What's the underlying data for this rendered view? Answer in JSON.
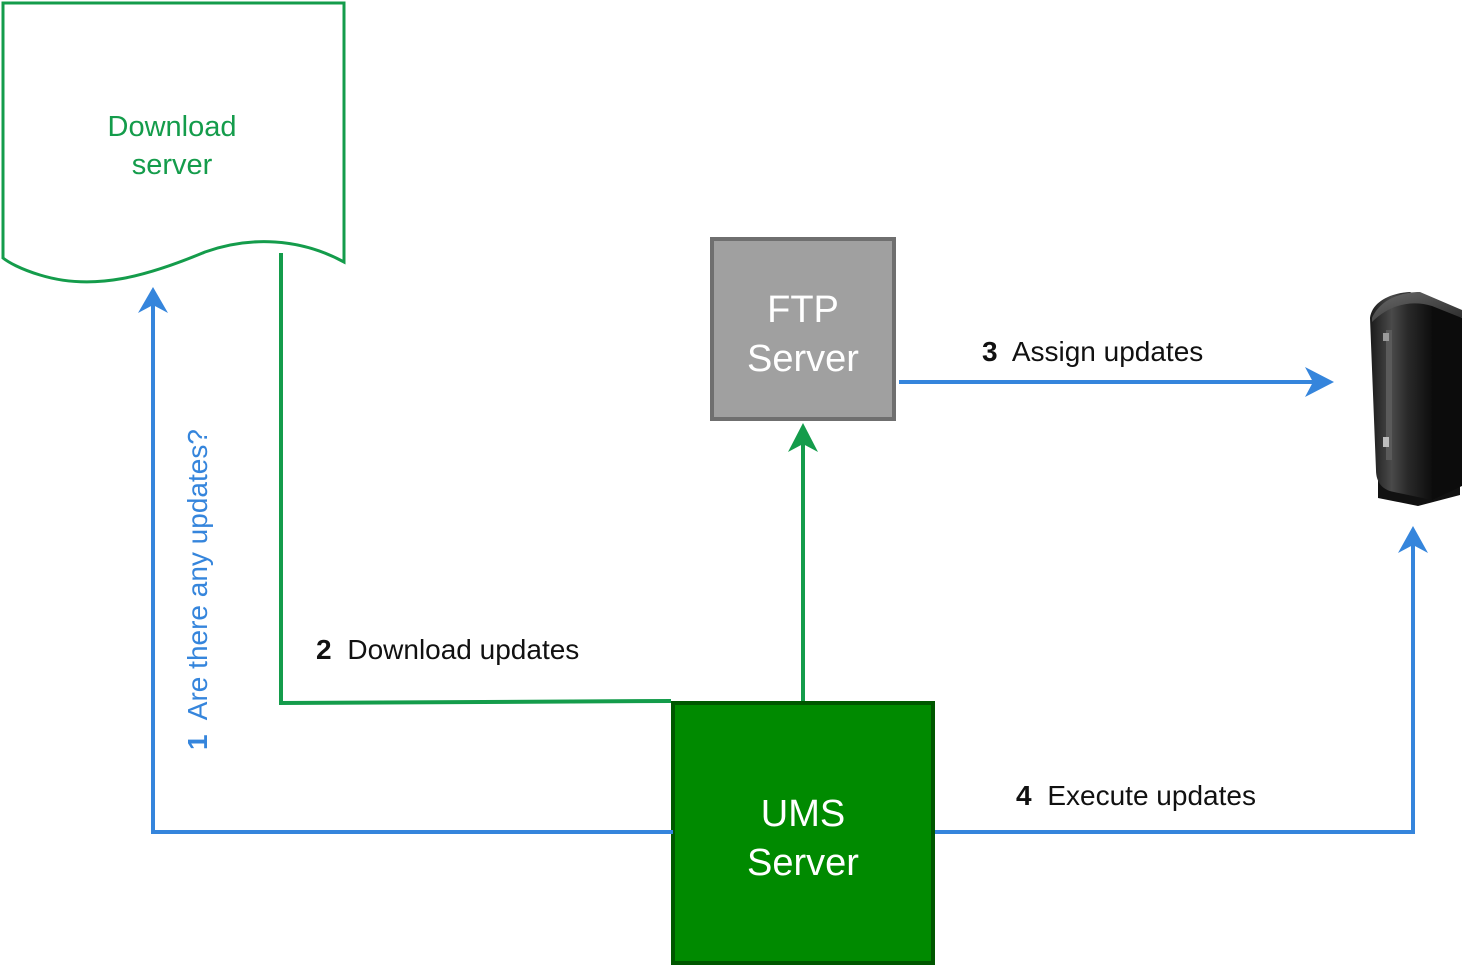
{
  "nodes": {
    "download_server": {
      "line1": "Download",
      "line2": "server",
      "color": "#149c4b"
    },
    "ftp_server": {
      "line1": "FTP",
      "line2": "Server",
      "fill": "#a0a0a0",
      "stroke": "#6f6f6f",
      "text_color": "#ffffff"
    },
    "ums_server": {
      "line1": "UMS",
      "line2": "Server",
      "fill": "#008a00",
      "stroke": "#005700",
      "text_color": "#ffffff"
    },
    "thin_client": {
      "icon": "thin-client-device-icon"
    }
  },
  "edges": {
    "step1": {
      "number": "1",
      "label": "Are there any updates?",
      "color": "#3585dc"
    },
    "step2": {
      "number": "2",
      "label": "Download updates",
      "color": "#149c4b"
    },
    "step3": {
      "number": "3",
      "label": "Assign updates",
      "color": "#3585dc"
    },
    "step4": {
      "number": "4",
      "label": "Execute updates",
      "color": "#3585dc"
    }
  }
}
